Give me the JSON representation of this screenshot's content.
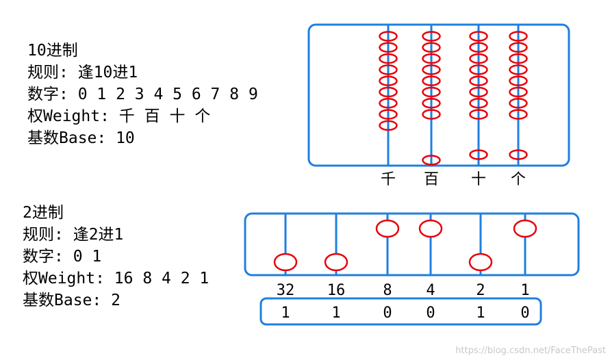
{
  "decimal": {
    "title": "10进制",
    "rule": "规则: 逢10进1",
    "digits": "数字: 0 1 2 3 4 5 6 7 8 9",
    "weight": "权Weight: 千 百 十 个",
    "base": "基数Base: 10",
    "columns": [
      {
        "label": "千",
        "upper": 9,
        "lower": 0
      },
      {
        "label": "百",
        "upper": 8,
        "lower": 1
      },
      {
        "label": "十",
        "upper": 8,
        "lower": 1
      },
      {
        "label": "个",
        "upper": 8,
        "lower": 1
      }
    ]
  },
  "binary": {
    "title": "2进制",
    "rule": "规则: 逢2进1",
    "digits": "数字: 0 1",
    "weight": "权Weight: 16 8 4 2 1",
    "base": "基数Base: 2",
    "columns": [
      {
        "weight": "32",
        "bit": "1",
        "bead": "down"
      },
      {
        "weight": "16",
        "bit": "1",
        "bead": "down"
      },
      {
        "weight": "8",
        "bit": "0",
        "bead": "up"
      },
      {
        "weight": "4",
        "bit": "0",
        "bead": "up"
      },
      {
        "weight": "2",
        "bit": "1",
        "bead": "down"
      },
      {
        "weight": "1",
        "bit": "0",
        "bead": "up"
      }
    ]
  },
  "watermark": "https://blog.csdn.net/FaceThePast",
  "colors": {
    "frame": "#1e7fe0",
    "bead": "#e8000b"
  }
}
